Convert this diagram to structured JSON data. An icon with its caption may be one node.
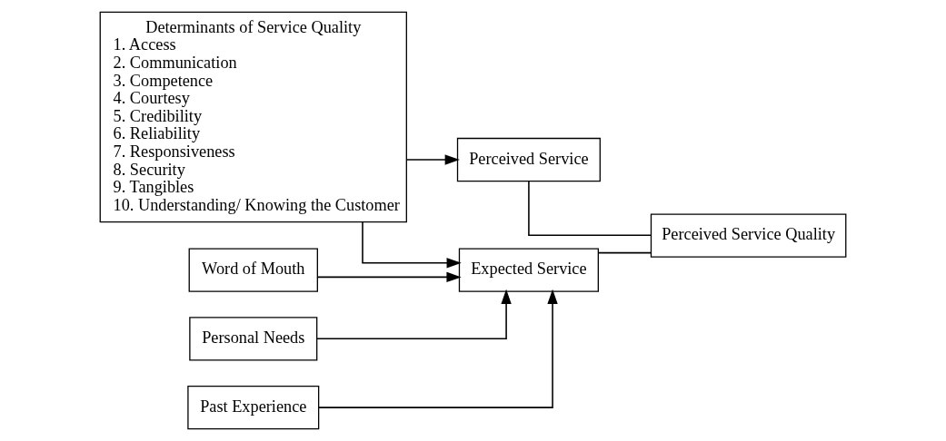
{
  "diagram": {
    "nodes": [
      {
        "text": [
          "Determinants of Service Quality",
          "1. Access",
          "2. Communication",
          "3. Competence",
          "4. Courtesy",
          "5. Credibility",
          "6. Reliability",
          "7. Responsiveness",
          "8. Security",
          "9. Tangibles",
          "10. Understanding/ Knowing the Customer"
        ]
      },
      {
        "text": [
          "Word of Mouth"
        ]
      },
      {
        "text": [
          "Personal Needs"
        ]
      },
      {
        "text": [
          "Past Experience"
        ]
      },
      {
        "text": [
          "Expected Service"
        ]
      },
      {
        "text": [
          "Perceived Service"
        ]
      },
      {
        "text": [
          "Perceived Service Quality"
        ]
      }
    ],
    "edges": [
      {
        "from": 1,
        "to": 4,
        "arrow": "to"
      },
      {
        "from": 2,
        "to": 4,
        "arrow": "to"
      },
      {
        "from": 3,
        "to": 4,
        "arrow": "to"
      },
      {
        "from": 0,
        "to": 4,
        "arrow": "to"
      },
      {
        "from": 0,
        "to": 5,
        "arrow": "to"
      },
      {
        "from": 4,
        "to": 6,
        "arrow": "none"
      },
      {
        "from": 5,
        "to": 6,
        "arrow": "none"
      }
    ]
  }
}
